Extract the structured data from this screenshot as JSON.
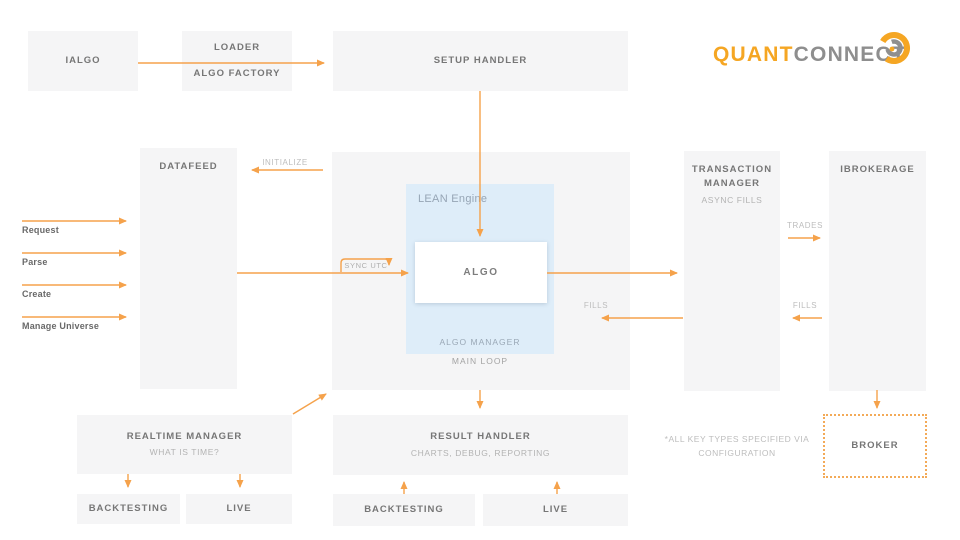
{
  "logo": {
    "part1": "QUANT",
    "part2": "CONNECT"
  },
  "boxes": {
    "ialgo": {
      "title": "IALGO"
    },
    "loader": {
      "title": "LOADER",
      "subtitle": "ALGO FACTORY"
    },
    "setup_handler": {
      "title": "SETUP HANDLER"
    },
    "datafeed": {
      "title": "DATAFEED"
    },
    "transaction_manager": {
      "title": "TRANSACTION MANAGER",
      "subtitle": "ASYNC FILLS"
    },
    "ibrokerage": {
      "title": "IBROKERAGE"
    },
    "lean_engine": {
      "label": "LEAN Engine",
      "algo": "ALGO",
      "algo_manager": "ALGO MANAGER",
      "main_loop": "MAIN LOOP"
    },
    "realtime_manager": {
      "title": "REALTIME MANAGER",
      "subtitle": "WHAT IS TIME?"
    },
    "result_handler": {
      "title": "RESULT HANDLER",
      "subtitle": "CHARTS, DEBUG, REPORTING"
    },
    "backtesting_left": {
      "title": "BACKTESTING"
    },
    "live_left": {
      "title": "LIVE"
    },
    "backtesting_mid": {
      "title": "BACKTESTING"
    },
    "live_mid": {
      "title": "LIVE"
    },
    "broker": {
      "title": "BROKER"
    }
  },
  "arrow_labels": {
    "initialize": "INITIALIZE",
    "sync_utc": "SYNC UTC",
    "fills_left": "FILLS",
    "trades": "TRADES",
    "fills_right": "FILLS"
  },
  "flow_labels": [
    "Request",
    "Parse",
    "Create",
    "Manage Universe"
  ],
  "note": "*ALL KEY TYPES SPECIFIED VIA CONFIGURATION",
  "colors": {
    "arrow_orange": "#F5A24B",
    "logo_orange": "#F5A623",
    "logo_gray": "#8E8E8E",
    "box_bg": "#F5F5F6",
    "lean_blue": "#DEEDF9"
  }
}
